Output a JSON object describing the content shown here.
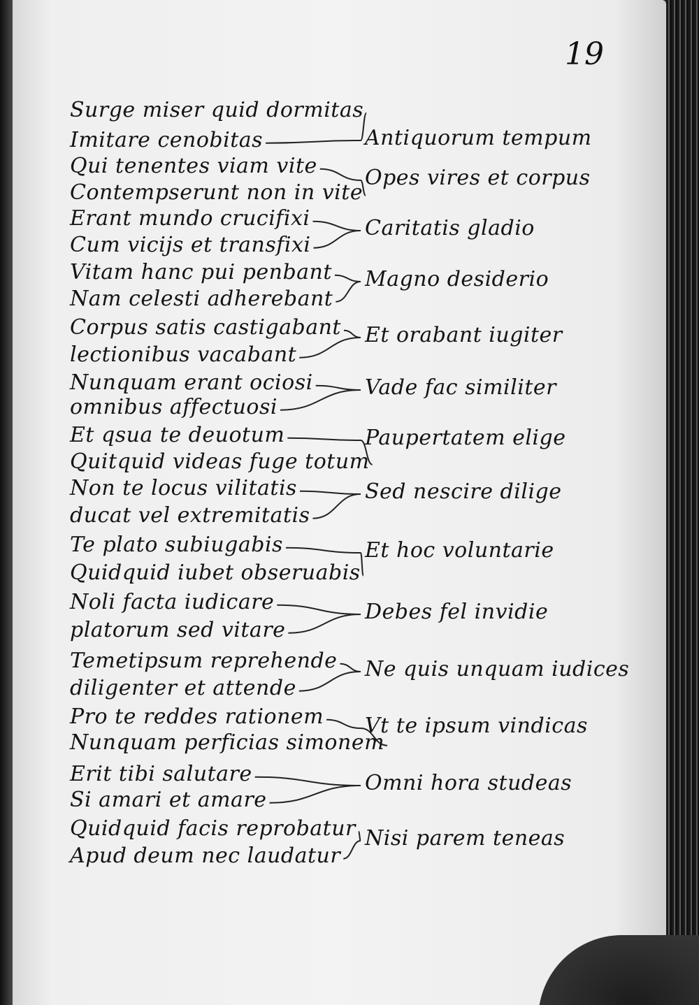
{
  "folio": "19",
  "left_lines": [
    "Surge miser quid dormitas",
    "Imitare cenobitas",
    "Qui tenentes viam vite",
    "Contempserunt non in vite",
    "Erant mundo crucifixi",
    "Cum vicijs et transfixi",
    "Vitam hanc pui penbant",
    "Nam celesti adherebant",
    "Corpus satis castigabant",
    "lectionibus vacabant",
    "Nunquam erant ociosi",
    "omnibus affectuosi",
    "Et qsua te deuotum",
    "Quitquid videas fuge totum",
    "Non te locus vilitatis",
    "ducat vel extremitatis",
    "Te plato subiugabis",
    "Quidquid iubet obseruabis",
    "Noli facta iudicare",
    "platorum sed vitare",
    "Temetipsum reprehende",
    "diligenter et attende",
    "Pro te reddes rationem",
    "Nunquam perficias simonem",
    "Erit tibi salutare",
    "Si amari et amare",
    "Quidquid facis reprobatur",
    "Apud deum nec laudatur"
  ],
  "right_lines": [
    "Antiquorum tempum",
    "Opes vires et corpus",
    "Caritatis gladio",
    "Magno desiderio",
    "Et orabant iugiter",
    "Vade fac similiter",
    "Paupertatem elige",
    "Sed nescire dilige",
    "Et hoc voluntarie",
    "Debes fel invidie",
    "Ne quis unquam iudices",
    "Vt te ipsum vindicas",
    "Omni hora studeas",
    "Nisi parem teneas"
  ]
}
